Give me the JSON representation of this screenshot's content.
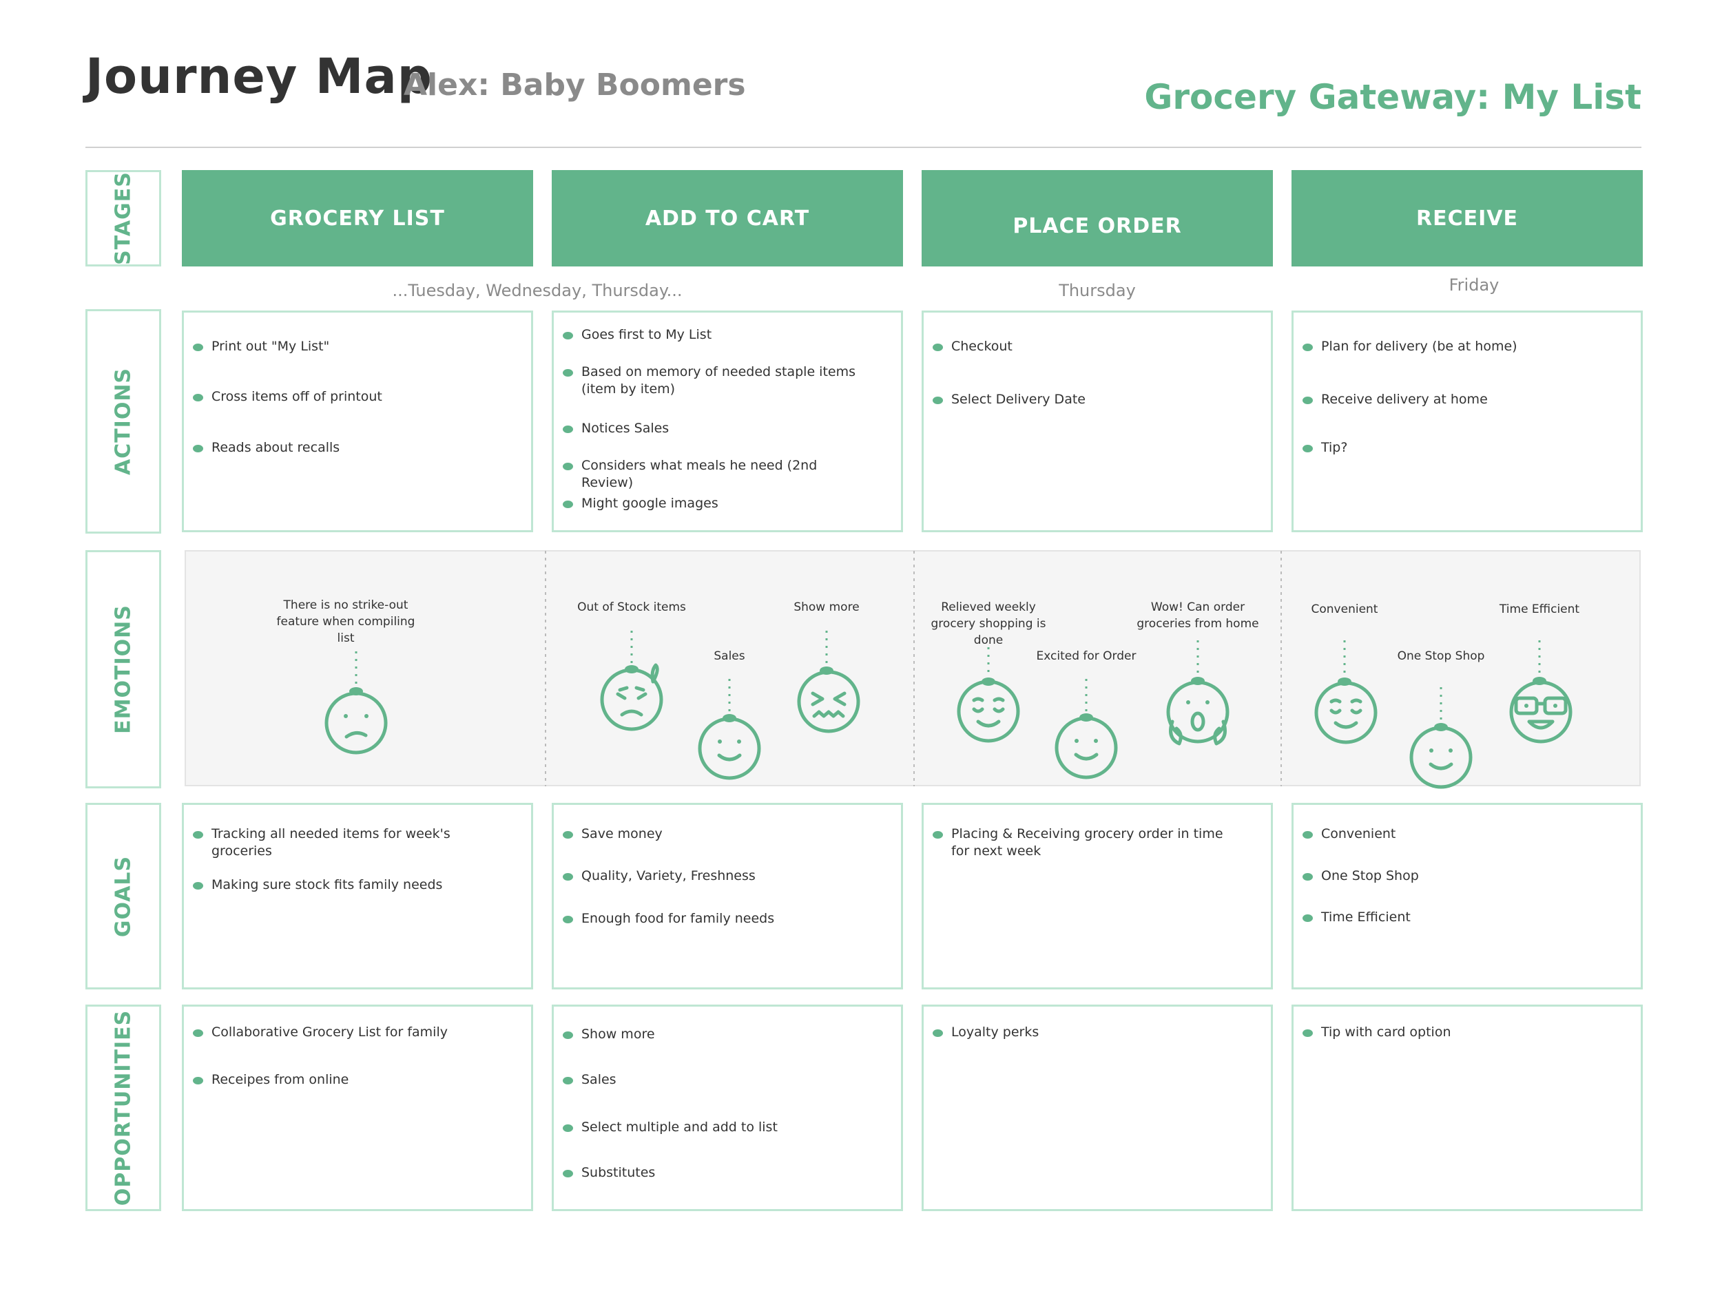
{
  "header": {
    "title": "Journey Map",
    "persona": "Alex: Baby Boomers",
    "product": "Grocery Gateway: My List"
  },
  "row_labels": {
    "stages": "STAGES",
    "actions": "ACTIONS",
    "emotions": "EMOTIONS",
    "goals": "GOALS",
    "opportunities": "OPPORTUNITIES"
  },
  "stages": [
    {
      "label": "GROCERY LIST",
      "when": "...Tuesday, Wednesday, Thursday..."
    },
    {
      "label": "ADD TO CART",
      "when": ""
    },
    {
      "label": "PLACE ORDER",
      "when": "Thursday"
    },
    {
      "label": "RECEIVE",
      "when": "Friday"
    }
  ],
  "actions": [
    [
      "Print out \"My List\"",
      "Cross items off of printout",
      "Reads about recalls"
    ],
    [
      "Goes first to My List",
      "Based on memory of needed staple items (item by item)",
      "Notices Sales",
      "Considers what meals he need (2nd Review)",
      "Might google images"
    ],
    [
      "Checkout",
      "Select Delivery Date"
    ],
    [
      "Plan for delivery (be at home)",
      "Receive delivery at home",
      "Tip?"
    ]
  ],
  "emotions": [
    {
      "text": "There is no strike-out feature when compiling list",
      "face": "confused-face-icon"
    },
    {
      "text": "Out of Stock items",
      "face": "worried-face-icon"
    },
    {
      "text": "Sales",
      "face": "smile-face-icon"
    },
    {
      "text": "Show more",
      "face": "frustrated-face-icon"
    },
    {
      "text": "Relieved weekly grocery shopping is done",
      "face": "relieved-face-icon"
    },
    {
      "text": "Excited for Order",
      "face": "smile-face-icon"
    },
    {
      "text": "Wow! Can order groceries from home",
      "face": "shocked-face-icon"
    },
    {
      "text": "Convenient",
      "face": "relieved-face-icon"
    },
    {
      "text": "One Stop Shop",
      "face": "smile-face-icon"
    },
    {
      "text": "Time Efficient",
      "face": "nerd-face-icon"
    }
  ],
  "goals": [
    [
      "Tracking all needed items for week's groceries",
      "Making sure stock fits family needs"
    ],
    [
      "Save money",
      "Quality, Variety, Freshness",
      "Enough food for family needs"
    ],
    [
      "Placing & Receiving grocery order in time for next week"
    ],
    [
      "Convenient",
      "One Stop Shop",
      "Time Efficient"
    ]
  ],
  "opportunities": [
    [
      "Collaborative Grocery List for family",
      "Receipes from online"
    ],
    [
      "Show more",
      "Sales",
      "Select multiple and add to list",
      "Substitutes"
    ],
    [
      "Loyalty perks"
    ],
    [
      "Tip with card option"
    ]
  ],
  "colors": {
    "accent": "#62b48b",
    "border": "#bfe6d3",
    "emotion_bg": "#f5f5f5"
  }
}
